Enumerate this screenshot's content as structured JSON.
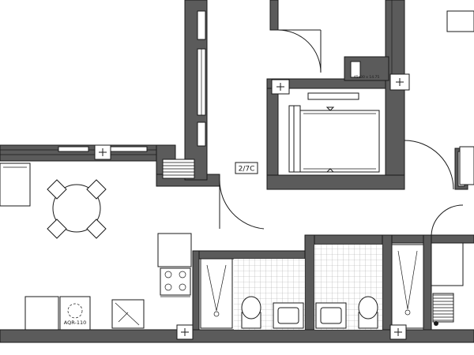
{
  "labels": {
    "room_tag": "2/7C",
    "appliance_tag": "AQR-110",
    "bed_tag": "45x30 x 14.75"
  }
}
